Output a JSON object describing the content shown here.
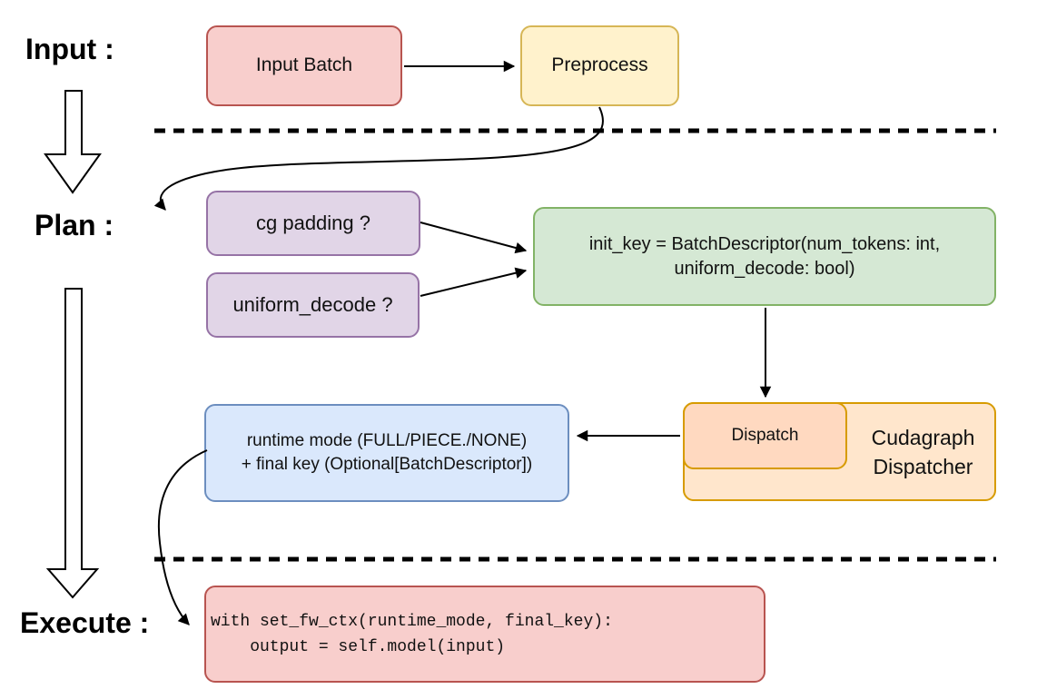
{
  "labels": {
    "input": "Input :",
    "plan": "Plan :",
    "execute": "Execute :"
  },
  "nodes": {
    "input_batch": {
      "label": "Input Batch"
    },
    "preprocess": {
      "label": "Preprocess"
    },
    "cg_padding": {
      "label": "cg padding ?"
    },
    "uniform_decode": {
      "label": "uniform_decode ?"
    },
    "init_key": {
      "line1": "init_key = BatchDescriptor(num_tokens: int,",
      "line2": "uniform_decode: bool)"
    },
    "dispatch": {
      "label": "Dispatch"
    },
    "cudagraph_dispatcher": {
      "line1": "Cudagraph",
      "line2": "Dispatcher"
    },
    "runtime_result": {
      "line1": "runtime mode (FULL/PIECE./NONE)",
      "line2": "+ final key (Optional[BatchDescriptor])"
    },
    "execute_code": {
      "line1": "with set_fw_ctx(runtime_mode, final_key):",
      "line2": "    output = self.model(input)"
    }
  },
  "colors": {
    "red_fill": "#f8cecc",
    "red_stroke": "#b85450",
    "yellow_fill": "#fff2cc",
    "yellow_stroke": "#d6b656",
    "purple_fill": "#e1d5e7",
    "purple_stroke": "#9673a6",
    "green_fill": "#d5e8d4",
    "green_stroke": "#82b366",
    "orange_fill": "#ffe6cc",
    "orange_inner_fill": "#ffd9c0",
    "orange_stroke": "#d79b00",
    "blue_fill": "#dae8fc",
    "blue_stroke": "#6c8ebf",
    "connector": "#000000"
  }
}
